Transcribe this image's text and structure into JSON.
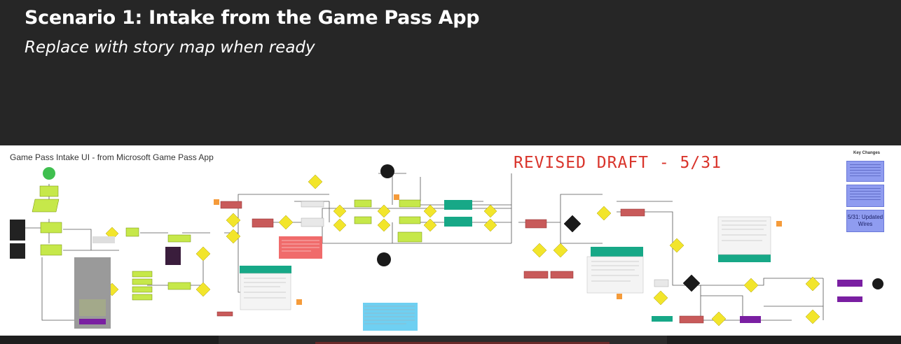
{
  "slide": {
    "title": "Scenario 1: Intake from the Game Pass App",
    "subtitle": "Replace with story map when ready"
  },
  "board": {
    "title": "Game Pass Intake UI - from Microsoft Game Pass App",
    "stamp": "REVISED DRAFT - 5/31",
    "key_changes": {
      "heading": "Key Changes",
      "updated_note": "5/31: Updated Wires"
    }
  },
  "colors": {
    "background": "#262626",
    "board": "#ffffff",
    "stamp": "#d9342b",
    "decision": "#f2e52b",
    "process": "#c6e84a",
    "error": "#c85a5a",
    "screen": "#17a887",
    "terminal": "#1a1a1a",
    "note": "#8f9cf0",
    "sticky": "#f59b3a",
    "info": "#6fd0f2",
    "pink": "#f06b6b",
    "purple": "#7a1fa2"
  }
}
